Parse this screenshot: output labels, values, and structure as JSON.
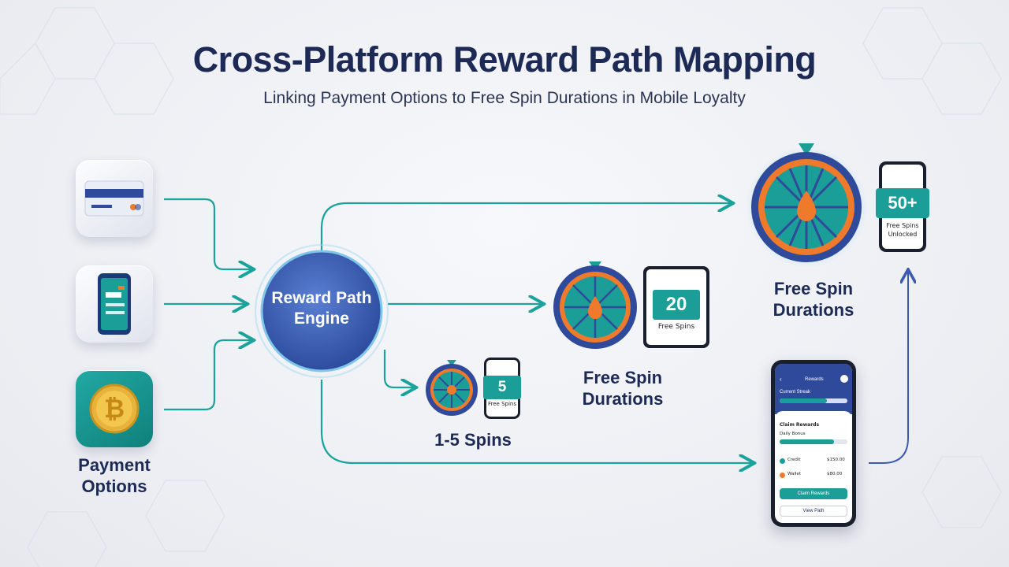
{
  "header": {
    "title": "Cross-Platform Reward Path Mapping",
    "subtitle": "Linking Payment Options to Free Spin Durations in Mobile Loyalty"
  },
  "payment_options": {
    "label_line1": "Payment",
    "label_line2": "Options",
    "methods": [
      {
        "icon": "credit-card-icon"
      },
      {
        "icon": "mobile-wallet-icon"
      },
      {
        "icon": "bitcoin-icon"
      }
    ]
  },
  "engine": {
    "label_line1": "Reward Path",
    "label_line2": "Engine"
  },
  "tiers": {
    "small": {
      "label": "1-5 Spins",
      "badge": "5",
      "badge_caption": "Free Spins"
    },
    "medium": {
      "badge": "20",
      "badge_caption": "Free Spins",
      "label_line1": "Free Spin",
      "label_line2": "Durations"
    },
    "large": {
      "badge": "50+",
      "badge_caption_line1": "Free Spins",
      "badge_caption_line2": "Unlocked",
      "label_line1": "Free Spin",
      "label_line2": "Durations"
    }
  },
  "app_screen": {
    "header_title": "Rewards",
    "section1_title": "Current Streak",
    "section2_title": "Claim Rewards",
    "section2_sub": "Daily Bonus",
    "rows": [
      {
        "name": "Credit",
        "value": "$150.00"
      },
      {
        "name": "Wallet",
        "value": "$80.00"
      }
    ],
    "primary_button": "Claim Rewards",
    "secondary_button": "View Path"
  },
  "colors": {
    "navy": "#1c2a55",
    "teal": "#1b9e98",
    "orange": "#ef7a2b",
    "wheel_blue": "#2f4a9a",
    "connector_teal": "#1aa39b",
    "connector_blue": "#3a5bb0"
  }
}
